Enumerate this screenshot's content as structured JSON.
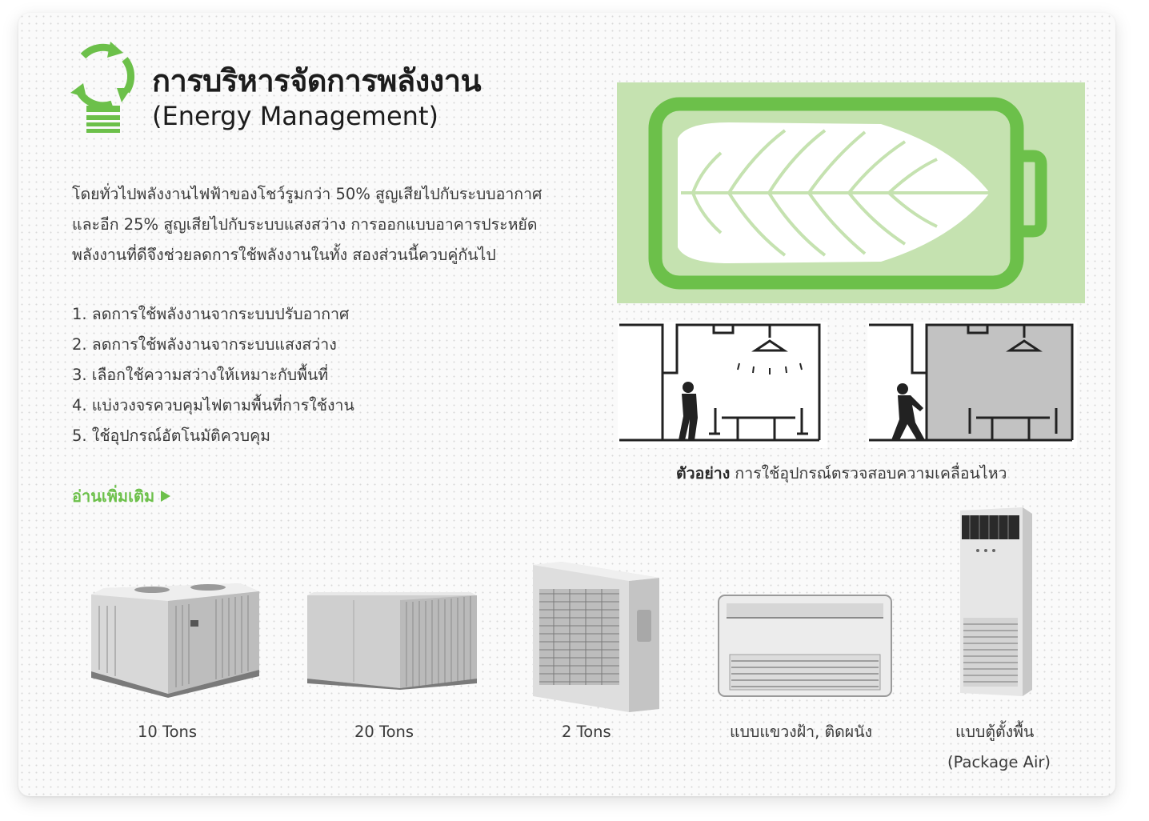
{
  "header": {
    "title_th": "การบริหารจัดการพลังงาน",
    "title_en": "(Energy Management)",
    "icon": "recycle-lightbulb-icon",
    "accent_color": "#6cc04a"
  },
  "intro": {
    "lines": [
      "โดยทั่วไปพลังงานไฟฟ้าของโชว์รูมกว่า 50% สูญเสียไปกับระบบอากาศ",
      "และอีก 25% สูญเสียไปกับระบบแสงสว่าง การออกแบบอาคารประหยัด",
      "พลังงานที่ดีจึงช่วยลดการใช้พลังงานในทั้ง สองส่วนนี้ควบคู่กันไป"
    ]
  },
  "steps": [
    "1. ลดการใช้พลังงานจากระบบปรับอากาศ",
    "2. ลดการใช้พลังงานจากระบบแสงสว่าง",
    "3. เลือกใช้ความสว่างให้เหมาะกับพื้นที่",
    "4. แบ่งวงจรควบคุมไฟตามพื้นที่การใช้งาน",
    "5. ใช้อุปกรณ์อัตโนมัติควบคุม"
  ],
  "read_more": {
    "label": "อ่านเพิ่มเติม",
    "icon": "play-arrow-icon"
  },
  "illustration": {
    "battery_icon": "leaf-battery-icon",
    "sensor_caption_bold": "ตัวอย่าง",
    "sensor_caption_text": " การใช้อุปกรณ์ตรวจสอบความเคลื่อนไหว"
  },
  "products": [
    {
      "label": "10 Tons",
      "sub": ""
    },
    {
      "label": "20 Tons",
      "sub": ""
    },
    {
      "label": "2 Tons",
      "sub": ""
    },
    {
      "label": "แบบแขวงฝ้า, ติดผนัง",
      "sub": ""
    },
    {
      "label": "แบบตู้ตั้งพื้น",
      "sub": "(Package Air)"
    }
  ]
}
